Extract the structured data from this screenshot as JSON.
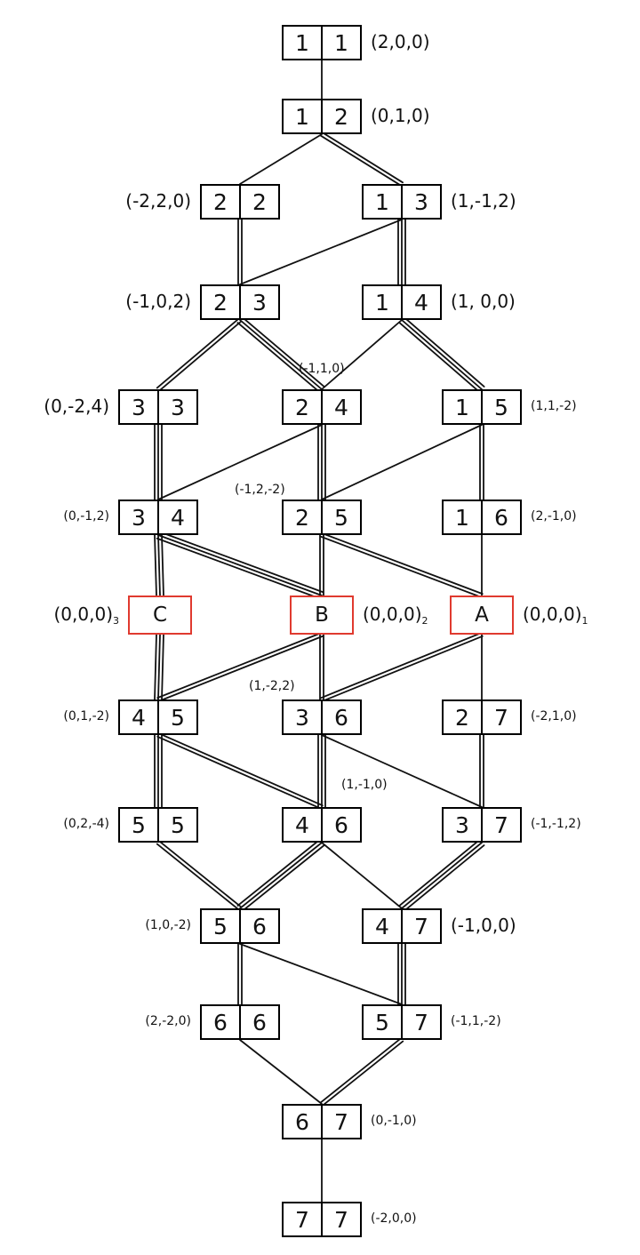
{
  "nodes": {
    "n11": {
      "a": "1",
      "b": "1",
      "label": "(2,0,0)"
    },
    "n12": {
      "a": "1",
      "b": "2",
      "label": "(0,1,0)"
    },
    "n22": {
      "a": "2",
      "b": "2",
      "label": "(-2,2,0)"
    },
    "n13": {
      "a": "1",
      "b": "3",
      "label": "(1,-1,2)"
    },
    "n23": {
      "a": "2",
      "b": "3",
      "label": "(-1,0,2)"
    },
    "n14": {
      "a": "1",
      "b": "4",
      "label": "(1, 0,0)"
    },
    "n33": {
      "a": "3",
      "b": "3",
      "label": "(0,-2,4)"
    },
    "n24": {
      "a": "2",
      "b": "4",
      "label": "(-1,1,0)"
    },
    "n15": {
      "a": "1",
      "b": "5",
      "label": "(1,1,-2)"
    },
    "n34": {
      "a": "3",
      "b": "4",
      "label": "(0,-1,2)"
    },
    "n25": {
      "a": "2",
      "b": "5",
      "label": "(-1,2,-2)"
    },
    "n16": {
      "a": "1",
      "b": "6",
      "label": "(2,-1,0)"
    },
    "C": {
      "name": "C",
      "label": "(0,0,0)",
      "sub": "3"
    },
    "B": {
      "name": "B",
      "label": "(0,0,0)",
      "sub": "2"
    },
    "A": {
      "name": "A",
      "label": "(0,0,0)",
      "sub": "1"
    },
    "n45": {
      "a": "4",
      "b": "5",
      "label": "(0,1,-2)"
    },
    "n36": {
      "a": "3",
      "b": "6",
      "label": "(1,-2,2)"
    },
    "n27": {
      "a": "2",
      "b": "7",
      "label": "(-2,1,0)"
    },
    "n55": {
      "a": "5",
      "b": "5",
      "label": "(0,2,-4)"
    },
    "n46": {
      "a": "4",
      "b": "6",
      "label": "(1,-1,0)"
    },
    "n37": {
      "a": "3",
      "b": "7",
      "label": "(-1,-1,2)"
    },
    "n56": {
      "a": "5",
      "b": "6",
      "label": "(1,0,-2)"
    },
    "n47": {
      "a": "4",
      "b": "7",
      "label": "(-1,0,0)"
    },
    "n66": {
      "a": "6",
      "b": "6",
      "label": "(2,-2,0)"
    },
    "n57": {
      "a": "5",
      "b": "7",
      "label": "(-1,1,-2)"
    },
    "n67": {
      "a": "6",
      "b": "7",
      "label": "(0,-1,0)"
    },
    "n77": {
      "a": "7",
      "b": "7",
      "label": "(-2,0,0)"
    }
  },
  "edges": [
    {
      "from": "n11",
      "to": "n12",
      "mult": 1
    },
    {
      "from": "n12",
      "to": "n22",
      "mult": 1
    },
    {
      "from": "n12",
      "to": "n13",
      "mult": 2
    },
    {
      "from": "n22",
      "to": "n23",
      "mult": 2
    },
    {
      "from": "n13",
      "to": "n23",
      "mult": 1
    },
    {
      "from": "n13",
      "to": "n14",
      "mult": 3
    },
    {
      "from": "n23",
      "to": "n33",
      "mult": 2
    },
    {
      "from": "n23",
      "to": "n24",
      "mult": 3
    },
    {
      "from": "n14",
      "to": "n24",
      "mult": 1
    },
    {
      "from": "n14",
      "to": "n15",
      "mult": 3
    },
    {
      "from": "n33",
      "to": "n34",
      "mult": 3
    },
    {
      "from": "n24",
      "to": "n34",
      "mult": 1
    },
    {
      "from": "n24",
      "to": "n25",
      "mult": 3
    },
    {
      "from": "n15",
      "to": "n25",
      "mult": 1
    },
    {
      "from": "n15",
      "to": "n16",
      "mult": 2
    },
    {
      "from": "n34",
      "to": "C",
      "mult": 3
    },
    {
      "from": "n34",
      "to": "B",
      "mult": 3
    },
    {
      "from": "n25",
      "to": "B",
      "mult": 2
    },
    {
      "from": "n25",
      "to": "A",
      "mult": 2
    },
    {
      "from": "n16",
      "to": "A",
      "mult": 1
    },
    {
      "from": "C",
      "to": "n45",
      "mult": 3
    },
    {
      "from": "B",
      "to": "n45",
      "mult": 2
    },
    {
      "from": "B",
      "to": "n36",
      "mult": 2
    },
    {
      "from": "A",
      "to": "n36",
      "mult": 2
    },
    {
      "from": "A",
      "to": "n27",
      "mult": 1
    },
    {
      "from": "n45",
      "to": "n55",
      "mult": 3
    },
    {
      "from": "n45",
      "to": "n46",
      "mult": 2
    },
    {
      "from": "n36",
      "to": "n46",
      "mult": 3
    },
    {
      "from": "n36",
      "to": "n37",
      "mult": 1
    },
    {
      "from": "n27",
      "to": "n37",
      "mult": 2
    },
    {
      "from": "n55",
      "to": "n56",
      "mult": 2
    },
    {
      "from": "n46",
      "to": "n56",
      "mult": 3
    },
    {
      "from": "n46",
      "to": "n47",
      "mult": 1
    },
    {
      "from": "n37",
      "to": "n47",
      "mult": 3
    },
    {
      "from": "n56",
      "to": "n66",
      "mult": 2
    },
    {
      "from": "n56",
      "to": "n57",
      "mult": 1
    },
    {
      "from": "n47",
      "to": "n57",
      "mult": 3
    },
    {
      "from": "n66",
      "to": "n67",
      "mult": 1
    },
    {
      "from": "n57",
      "to": "n67",
      "mult": 2
    },
    {
      "from": "n67",
      "to": "n77",
      "mult": 1
    }
  ]
}
